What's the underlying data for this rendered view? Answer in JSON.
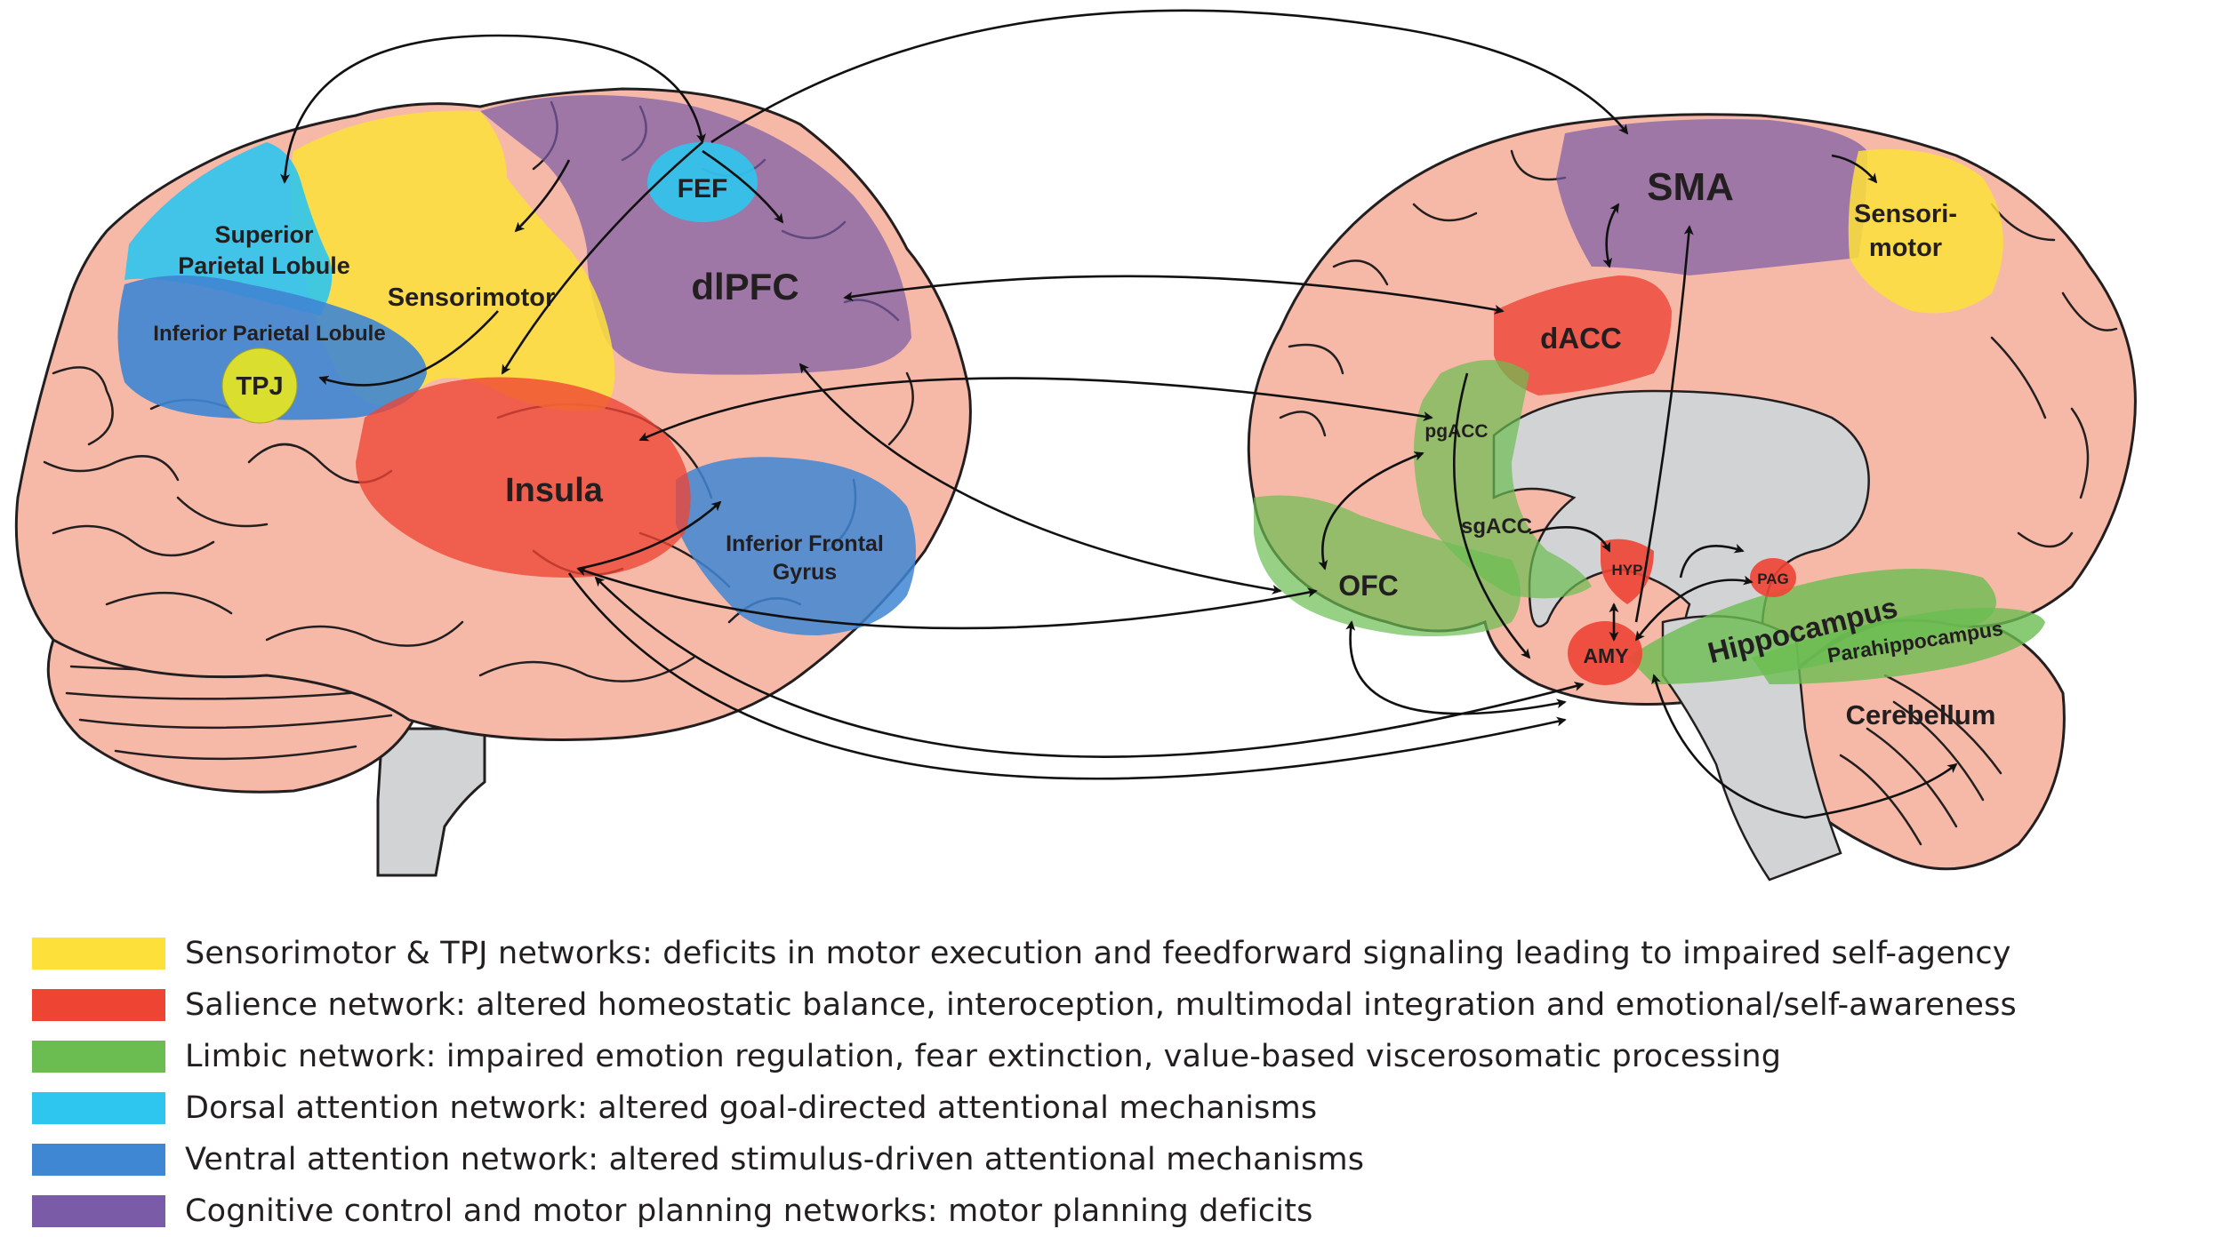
{
  "colors": {
    "sensorimotor": "#fde13a",
    "salience": "#ee4434",
    "limbic": "#6bbd51",
    "dorsal_attention": "#2ec5ee",
    "ventral_attention": "#3f86d3",
    "cognitive_control": "#7a5ba7",
    "brain_tissue": "#f6b9a8",
    "ventricles": "#d1d3d4"
  },
  "lateral_labels": {
    "fef": "FEF",
    "spl_line1": "Superior",
    "spl_line2": "Parietal Lobule",
    "sensorimotor": "Sensorimotor",
    "dlpfc": "dlPFC",
    "ipl": "Inferior Parietal Lobule",
    "tpj": "TPJ",
    "insula": "Insula",
    "ifg_line1": "Inferior Frontal",
    "ifg_line2": "Gyrus"
  },
  "medial_labels": {
    "sma": "SMA",
    "sensorimotor_line1": "Sensori-",
    "sensorimotor_line2": "motor",
    "dacc": "dACC",
    "pgacc": "pgACC",
    "sgacc": "sgACC",
    "ofc": "OFC",
    "hyp": "HYP",
    "pag": "PAG",
    "amy": "AMY",
    "hippocampus": "Hippocampus",
    "parahippocampus": "Parahippocampus",
    "cerebellum": "Cerebellum"
  },
  "legend": [
    {
      "color_key": "sensorimotor",
      "text": "Sensorimotor & TPJ networks: deficits in motor execution and feedforward signaling leading to impaired self-agency"
    },
    {
      "color_key": "salience",
      "text": "Salience network: altered homeostatic balance, interoception, multimodal integration and emotional/self-awareness"
    },
    {
      "color_key": "limbic",
      "text": "Limbic network: impaired emotion regulation, fear extinction, value-based viscerosomatic processing"
    },
    {
      "color_key": "dorsal_attention",
      "text": "Dorsal attention network: altered goal-directed attentional mechanisms"
    },
    {
      "color_key": "ventral_attention",
      "text": "Ventral attention network: altered stimulus-driven attentional mechanisms"
    },
    {
      "color_key": "cognitive_control",
      "text": "Cognitive control and motor planning networks: motor planning deficits"
    }
  ]
}
